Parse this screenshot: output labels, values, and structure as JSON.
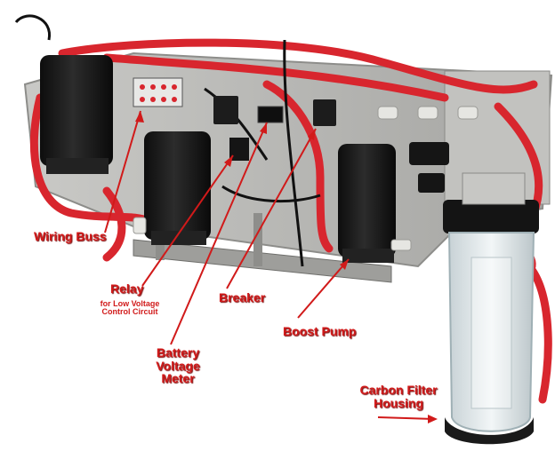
{
  "labels": {
    "wiring_buss": "Wiring Buss",
    "relay": "Relay",
    "relay_sub": "for Low Voltage Control Circuit",
    "breaker": "Breaker",
    "battery_line1": "Battery",
    "battery_line2": "Voltage",
    "battery_line3": "Meter",
    "boost_pump": "Boost Pump",
    "carbon_line1": "Carbon Filter",
    "carbon_line2": "Housing"
  },
  "colors": {
    "label": "#d11a1a",
    "arrow": "#d11a1a",
    "hose": "#d8262e",
    "pump_body": "#1a1a1a",
    "panel": "#b9b9b6",
    "filter": "#dfe7ea"
  }
}
